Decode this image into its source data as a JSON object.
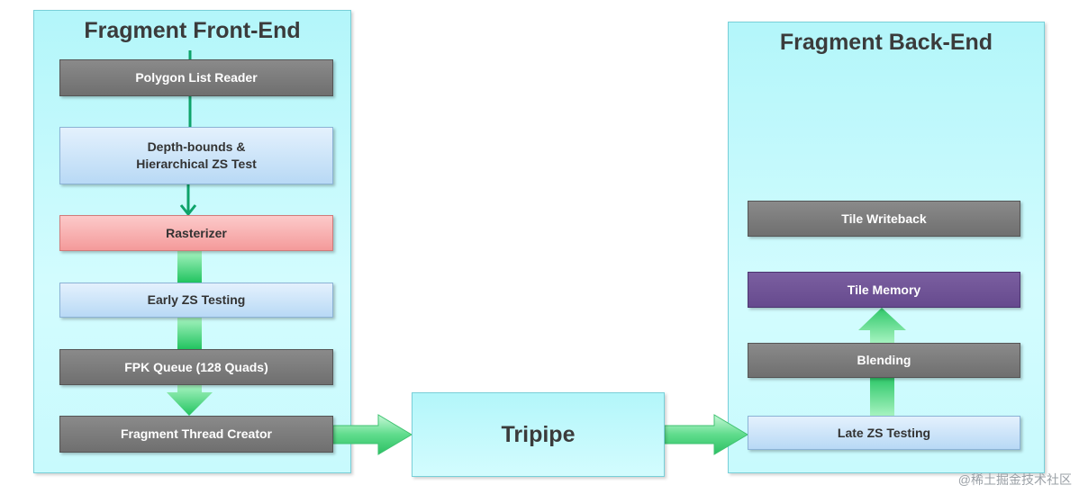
{
  "front_end": {
    "title": "Fragment Front-End",
    "polygon_list_reader": "Polygon List Reader",
    "depth_bounds_line1": "Depth-bounds &",
    "depth_bounds_line2": "Hierarchical ZS Test",
    "rasterizer": "Rasterizer",
    "early_zs": "Early ZS Testing",
    "fpk_queue": "FPK Queue (128 Quads)",
    "thread_creator": "Fragment Thread Creator"
  },
  "tripipe": {
    "label": "Tripipe"
  },
  "back_end": {
    "title": "Fragment Back-End",
    "tile_writeback": "Tile Writeback",
    "tile_memory": "Tile Memory",
    "blending": "Blending",
    "late_zs": "Late ZS Testing"
  },
  "watermark": "@稀土掘金技术社区",
  "colors": {
    "panel": "#c4f9fc",
    "grey_box": "#7a7a7a",
    "blue_box": "#cfe6fa",
    "red_box": "#f7aeae",
    "purple_box": "#6f5397",
    "arrow_green": "#2ec866",
    "arrow_light_green": "#8ef0ae",
    "line_green": "#0ea36a"
  }
}
